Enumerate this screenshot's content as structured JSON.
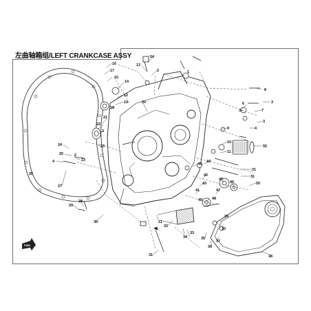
{
  "title": "左曲轴箱组/LEFT CRANKCASE ASSY",
  "forward_marker": "FWD",
  "callouts": [
    {
      "id": "c54",
      "label": "54"
    },
    {
      "id": "c13",
      "label": "13"
    },
    {
      "id": "c2a",
      "label": "2"
    },
    {
      "id": "c1",
      "label": "1"
    },
    {
      "id": "c16",
      "label": "16"
    },
    {
      "id": "c17",
      "label": "17"
    },
    {
      "id": "c15",
      "label": "15"
    },
    {
      "id": "c14",
      "label": "14"
    },
    {
      "id": "c12",
      "label": "12"
    },
    {
      "id": "c19",
      "label": "19"
    },
    {
      "id": "c20",
      "label": "20"
    },
    {
      "id": "c18",
      "label": "18"
    },
    {
      "id": "c21",
      "label": "21"
    },
    {
      "id": "c22",
      "label": "22"
    },
    {
      "id": "c3a",
      "label": "3"
    },
    {
      "id": "c23a",
      "label": "23"
    },
    {
      "id": "c24",
      "label": "24"
    },
    {
      "id": "c25",
      "label": "25"
    },
    {
      "id": "c2b",
      "label": "2"
    },
    {
      "id": "c23b",
      "label": "23"
    },
    {
      "id": "c4a",
      "label": "4"
    },
    {
      "id": "c26",
      "label": "26"
    },
    {
      "id": "c27",
      "label": "27"
    },
    {
      "id": "c28",
      "label": "28"
    },
    {
      "id": "c29",
      "label": "29"
    },
    {
      "id": "c30",
      "label": "30"
    },
    {
      "id": "c31a",
      "label": "31"
    },
    {
      "id": "c8",
      "label": "8"
    },
    {
      "id": "c3b",
      "label": "3"
    },
    {
      "id": "c6",
      "label": "6"
    },
    {
      "id": "c5",
      "label": "5"
    },
    {
      "id": "c7",
      "label": "7"
    },
    {
      "id": "c3c",
      "label": "3"
    },
    {
      "id": "c4b",
      "label": "4"
    },
    {
      "id": "c9",
      "label": "9"
    },
    {
      "id": "c10",
      "label": "10"
    },
    {
      "id": "c11",
      "label": "11"
    },
    {
      "id": "c55",
      "label": "55"
    },
    {
      "id": "c44",
      "label": "44"
    },
    {
      "id": "c45",
      "label": "45"
    },
    {
      "id": "c31b",
      "label": "31"
    },
    {
      "id": "c31c",
      "label": "31"
    },
    {
      "id": "c50",
      "label": "50"
    },
    {
      "id": "c42",
      "label": "42"
    },
    {
      "id": "c43",
      "label": "43"
    },
    {
      "id": "c41",
      "label": "41"
    },
    {
      "id": "c40",
      "label": "40"
    },
    {
      "id": "c46",
      "label": "46"
    },
    {
      "id": "c47",
      "label": "47"
    },
    {
      "id": "c48",
      "label": "48"
    },
    {
      "id": "c49",
      "label": "49"
    },
    {
      "id": "c39",
      "label": "39"
    },
    {
      "id": "c38",
      "label": "38"
    },
    {
      "id": "c37",
      "label": "37"
    },
    {
      "id": "c36",
      "label": "36"
    },
    {
      "id": "c35",
      "label": "35"
    },
    {
      "id": "c34",
      "label": "34"
    },
    {
      "id": "c33",
      "label": "33"
    },
    {
      "id": "c32",
      "label": "32"
    },
    {
      "id": "c11b",
      "label": "11"
    },
    {
      "id": "c10b",
      "label": "10"
    }
  ]
}
